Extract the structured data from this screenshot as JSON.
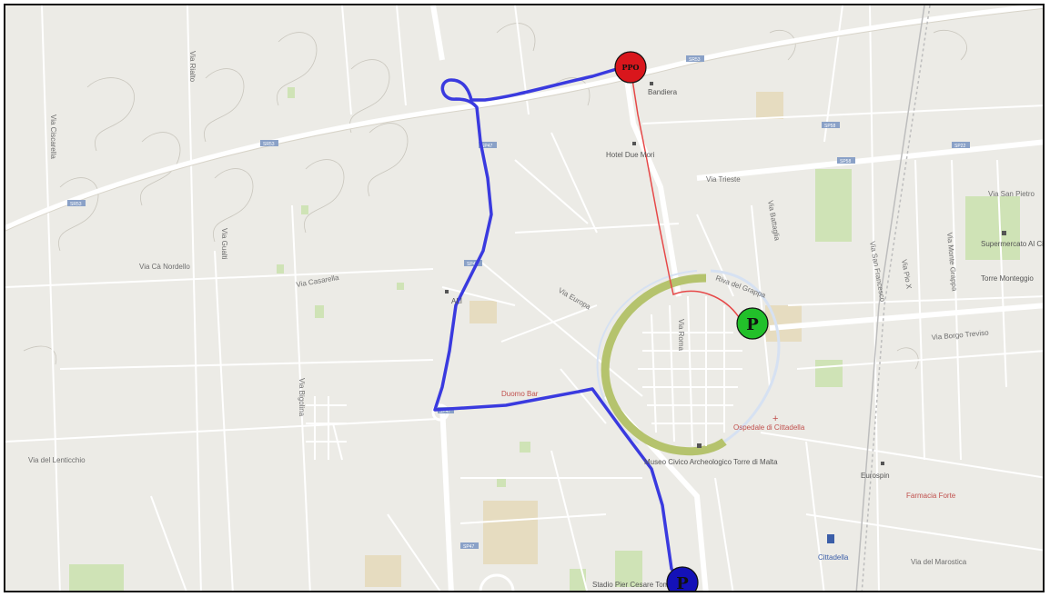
{
  "map": {
    "labels": {
      "via_ciscarella": "Via Ciscarella",
      "via_rialto": "Via Rialto",
      "via_ca_nordello": "Via Cà Nordello",
      "via_gualti": "Via Gualti",
      "via_casarella": "Via Casarella",
      "via_bigolina": "Via Bigolina",
      "via_lenticchio": "Via del Lenticchio",
      "via_europa": "Via Europa",
      "via_roma": "Via Roma",
      "via_trieste": "Via Trieste",
      "via_borgo_treviso": "Via Borgo Treviso",
      "via_san_pietro": "Via San Pietro",
      "via_san_francesco": "Via San Francesco",
      "via_pio_x": "Via Pio X",
      "via_monte_grappa": "Via Monte Grappa",
      "via_marostica": "Via del Marostica",
      "via_battaglia": "Via Battaglia",
      "riva_del_grappa": "Riva del Grappa",
      "bandiera": "Bandiera",
      "hotel": "Hotel Due Mori",
      "ali": "ALÌ",
      "museo": "Museo Civico Archeologico Torre di Malta",
      "ospedale": "Ospedale di Cittadella",
      "eurospin": "Eurospin",
      "farmacia": "Farmacia Forte",
      "cittadella": "Cittadella",
      "supermercato": "Supermercato Al Cittadella",
      "torre": "Torre Monteggio",
      "stadio": "Stadio Pier Cesare Tombolato",
      "duomo": "Duomo Bar",
      "road_sr53": "SR53",
      "road_sp47": "SP47",
      "road_sp58": "SP58",
      "road_sp22": "SP22"
    },
    "markers": {
      "origin": "PPO",
      "parking_green": "P",
      "parking_blue": "P"
    },
    "colors": {
      "route_blue": "#3a3adf",
      "route_red": "#e64848",
      "marker_red": "#d9161c",
      "marker_green": "#22c02a",
      "marker_blue": "#1411b8",
      "walls_green": "#b5c36d"
    }
  }
}
